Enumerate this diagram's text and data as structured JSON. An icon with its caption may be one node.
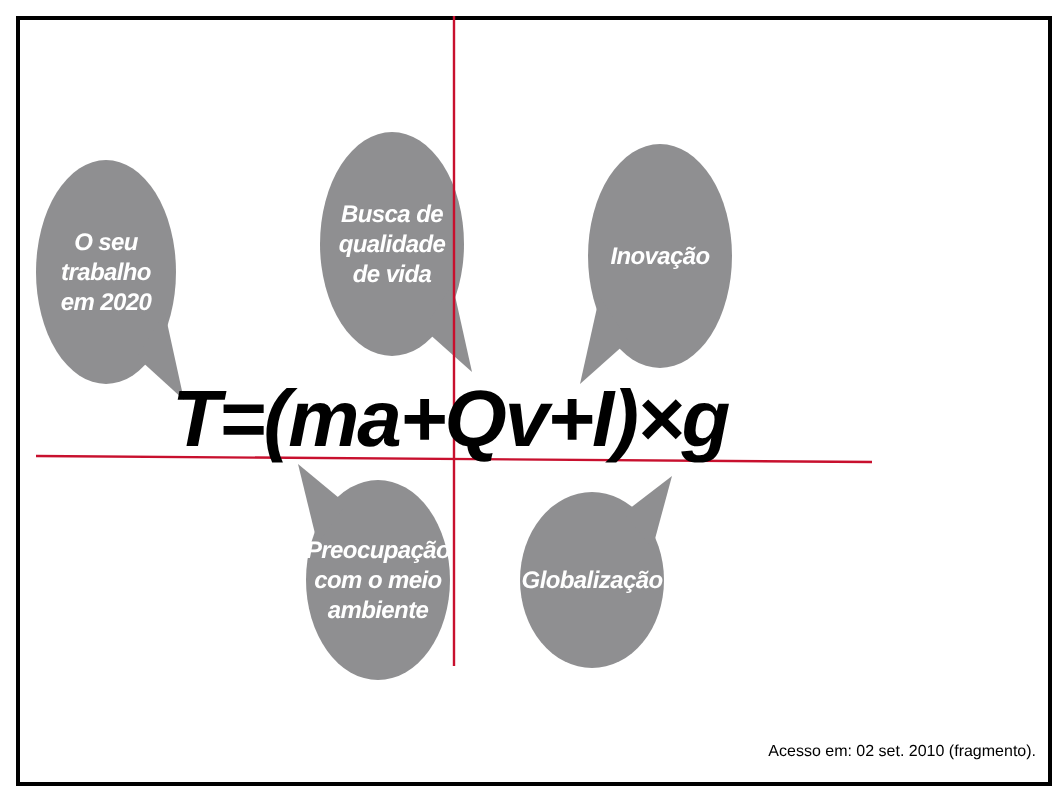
{
  "diagram": {
    "nodes": [
      {
        "text": [
          "O seu trabalho em 2020"
        ]
      },
      {
        "text": [
          "Busca de qualidade de vida"
        ]
      },
      {
        "text": [
          "Inovação"
        ]
      },
      {
        "text": [
          "Preocupação com o meio ambiente"
        ]
      },
      {
        "text": [
          "Globalização"
        ]
      }
    ],
    "labels": [
      "T=(ma+Qv+I)×g",
      "Acesso em: 02 set. 2010 (fragmento)."
    ]
  }
}
